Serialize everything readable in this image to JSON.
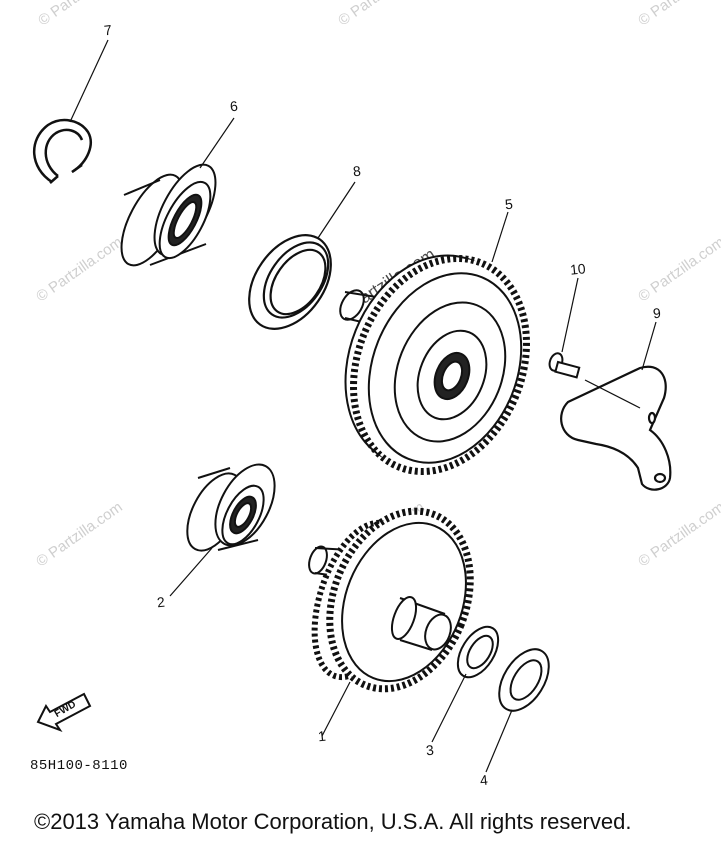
{
  "watermarks": {
    "text": "© Partzilla.com",
    "main": "Partzilla.com"
  },
  "callouts": {
    "c1": "1",
    "c2": "2",
    "c3": "3",
    "c4": "4",
    "c5": "5",
    "c6": "6",
    "c7": "7",
    "c8": "8",
    "c9": "9",
    "c10": "10"
  },
  "fwd_label": "FWD",
  "part_code": "85H100-8110",
  "copyright": "©2013  Yamaha Motor Corporation, U.S.A. All rights reserved."
}
